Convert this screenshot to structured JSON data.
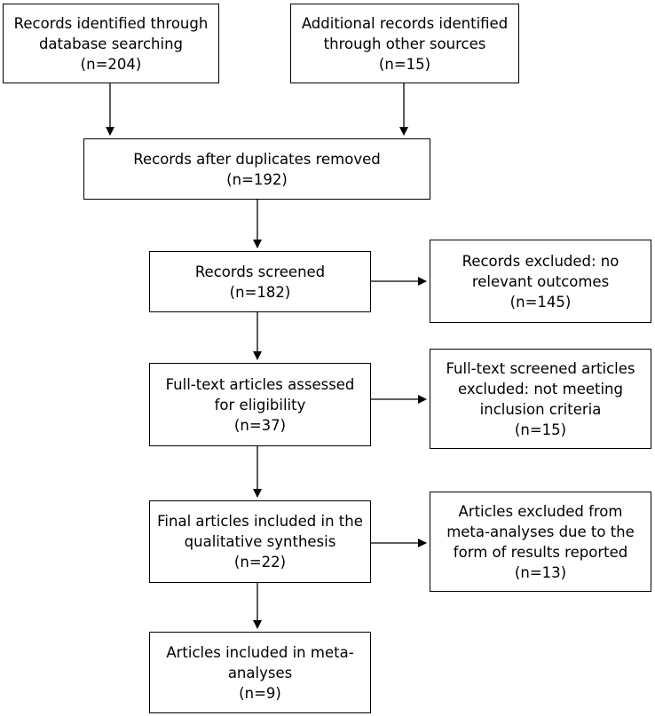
{
  "boxes": {
    "identified_db": {
      "lines": [
        "Records identified through",
        "database searching",
        "(n=204)"
      ]
    },
    "identified_other": {
      "lines": [
        "Additional records identified",
        "through other sources",
        "(n=15)"
      ]
    },
    "after_duplicates": {
      "lines": [
        "Records after duplicates removed",
        "(n=192)"
      ]
    },
    "screened": {
      "lines": [
        "Records screened",
        "(n=182)"
      ]
    },
    "excluded_records": {
      "lines": [
        "Records excluded: no",
        "relevant outcomes",
        "(n=145)"
      ]
    },
    "full_text": {
      "lines": [
        "Full-text articles assessed",
        "for eligibility",
        "(n=37)"
      ]
    },
    "full_text_excluded": {
      "lines": [
        "Full-text screened articles",
        "excluded: not meeting",
        "inclusion criteria",
        "(n=15)"
      ]
    },
    "qualitative": {
      "lines": [
        "Final articles included in the",
        "qualitative synthesis",
        "(n=22)"
      ]
    },
    "meta_excluded": {
      "lines": [
        "Articles excluded from",
        "meta-analyses due to the",
        "form of results reported",
        "(n=13)"
      ]
    },
    "meta_included": {
      "lines": [
        "Articles included in meta-",
        "analyses",
        "(n=9)"
      ]
    }
  }
}
